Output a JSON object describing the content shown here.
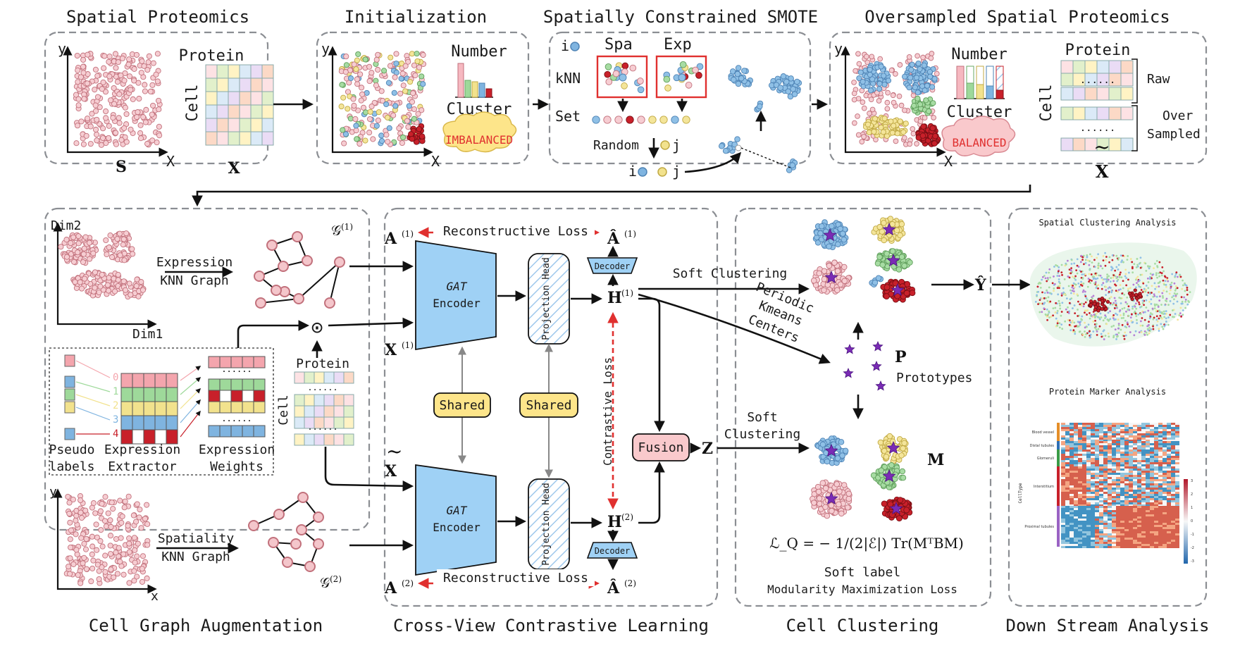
{
  "titles": {
    "spatial_proteomics": "Spatial Proteomics",
    "initialization": "Initialization",
    "smote": "Spatially Constrained SMOTE",
    "oversampled": "Oversampled Spatial Proteomics",
    "cell_graph_aug": "Cell Graph Augmentation",
    "cross_view": "Cross-View Contrastive Learning",
    "cell_clustering": "Cell Clustering",
    "down_stream": "Down Stream Analysis"
  },
  "labels": {
    "axis_y": "y",
    "axis_x": "X",
    "axis_x_lower": "x",
    "S": "S",
    "X": "X",
    "X_tilde": "X",
    "tilde": "~",
    "protein": "Protein",
    "cell": "Cell",
    "number": "Number",
    "cluster": "Cluster",
    "imbalanced": "IMBALANCED",
    "balanced": "BALANCED",
    "raw": "Raw",
    "over": "Over",
    "sampled": "Sampled",
    "i": "i",
    "j": "j",
    "spa": "Spa",
    "exp": "Exp",
    "knn": "kNN",
    "set": "Set",
    "random": "Random",
    "dots": "......",
    "dim2": "Dim2",
    "dim1": "Dim1",
    "expression_knn_1": "Expression",
    "expression_knn_2": "KNN Graph",
    "spatiality_knn_1": "Spatiality",
    "spatiality_knn_2": "KNN Graph",
    "G1": "𝒢",
    "G1_sup": "(1)",
    "G2": "𝒢",
    "G2_sup": "(2)",
    "odot": "⊙",
    "pseudo": "Pseudo",
    "labels": "labels",
    "expression": "Expression",
    "extractor": "Extractor",
    "expression_w": "Expression",
    "weights": "Weights",
    "label_nums": [
      "0",
      "1",
      "2",
      "3",
      "4"
    ],
    "A1": "A",
    "A1_sup": "(1)",
    "A2": "A",
    "A2_sup": "(2)",
    "A_hat_1": "Â",
    "A_hat_1_sup": "(1)",
    "A_hat_2": "Â",
    "A_hat_2_sup": "(2)",
    "X1": "X",
    "X1_sup": "(1)",
    "H1": "H",
    "H1_sup": "(1)",
    "H2": "H",
    "H2_sup": "(2)",
    "Z": "Z",
    "reconstructive_loss": "Reconstructive Loss",
    "contrastive_loss": "Contrastive Loss",
    "gat": "GAT",
    "encoder": "Encoder",
    "projection_head": "Projection Head",
    "decoder": "Decoder",
    "shared": "Shared",
    "fusion": "Fusion",
    "soft_clustering": "Soft Clustering",
    "soft": "Soft",
    "clustering": "Clustering",
    "periodic": "Periodic",
    "kmeans": "Kmeans",
    "centers": "Centers",
    "P": "P",
    "prototypes": "Prototypes",
    "M": "M",
    "Y_hat": "Ŷ",
    "loss_formula": "ℒ_Q = − 1/(2|ℰ|) Tr(MᵀBM)",
    "soft_label": "Soft label",
    "modularity_loss": "Modularity Maximization Loss",
    "spatial_clustering_analysis": "Spatial Clustering Analysis",
    "protein_marker_analysis": "Protein Marker Analysis",
    "heatmap_rows": [
      "Blood vessel",
      "Distal tubules",
      "Glomeruli",
      "Interstitium",
      "Proximal tubules"
    ],
    "heatmap_ylabel": "CellType",
    "colorbar_ticks": [
      "3",
      "2",
      "1",
      "0",
      "-1",
      "-2",
      "-3"
    ]
  },
  "colors": {
    "panel_border": "#8b8e93",
    "pink_node": "#f4c6cb",
    "pink_stroke": "#c2717c",
    "encoder_blue": "#9fd1f5",
    "shared_yellow": "#fde58a",
    "fusion_pink": "#f9c9cc",
    "red_dashed": "#e0302f",
    "cluster_blue": "#7fb4e0",
    "cluster_yellow": "#f2e28d",
    "cluster_green": "#9ed99a",
    "cluster_red": "#c8202a",
    "prototype_purple": "#7a2bb5"
  }
}
